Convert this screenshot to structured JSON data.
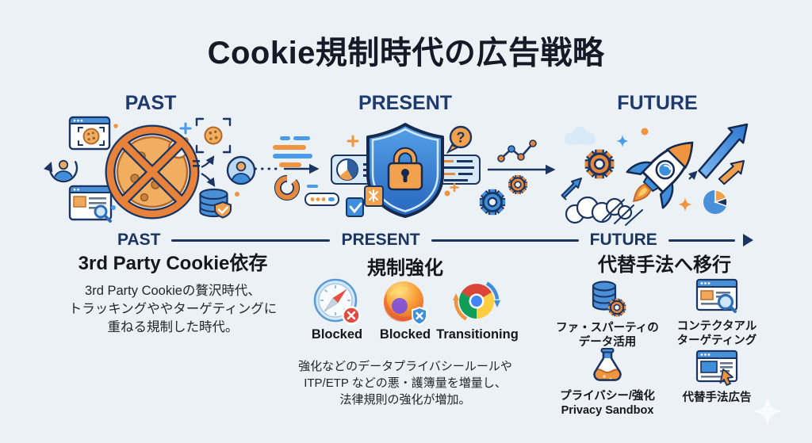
{
  "title": "Cookie規制時代の広告戦略",
  "stage_headers": {
    "past": "PAST",
    "present": "PRESENT",
    "future": "FUTURE"
  },
  "timeline": {
    "past": "PAST",
    "present": "PRESENT",
    "future": "FUTURE"
  },
  "past": {
    "heading": "3rd Party Cookie依存",
    "body": "3rd Party Cookieの贅沢時代、\nトラッキングややターゲティングに\n重ねる規制した時代。"
  },
  "present": {
    "heading": "規制強化",
    "browsers": [
      {
        "icon": "safari-blocked-icon",
        "status": "Blocked"
      },
      {
        "icon": "firefox-blocked-icon",
        "status": "Blocked"
      },
      {
        "icon": "chrome-transitioning-icon",
        "status": "Transitioning"
      }
    ],
    "body": "強化などのデータプライバシールールや\nITP/ETP などの悪・護簿量を増量し、\n法律規則の強化が増加。"
  },
  "future": {
    "heading": "代替手法へ移行",
    "items": [
      {
        "icon": "first-party-data-icon",
        "label": "ファ・スパーティの\nデータ活用"
      },
      {
        "icon": "contextual-targeting-icon",
        "label": "コンテクタアル\nターゲティング"
      },
      {
        "icon": "privacy-sandbox-icon",
        "label": "プライバシー/強化\nPrivacy Sandbox"
      },
      {
        "icon": "alternative-ad-icon",
        "label": "代替手法広告"
      }
    ]
  },
  "colors": {
    "background": "#ECF1F6",
    "navy": "#1B3562",
    "orange": "#E8853C",
    "blue": "#3F8EDC"
  }
}
